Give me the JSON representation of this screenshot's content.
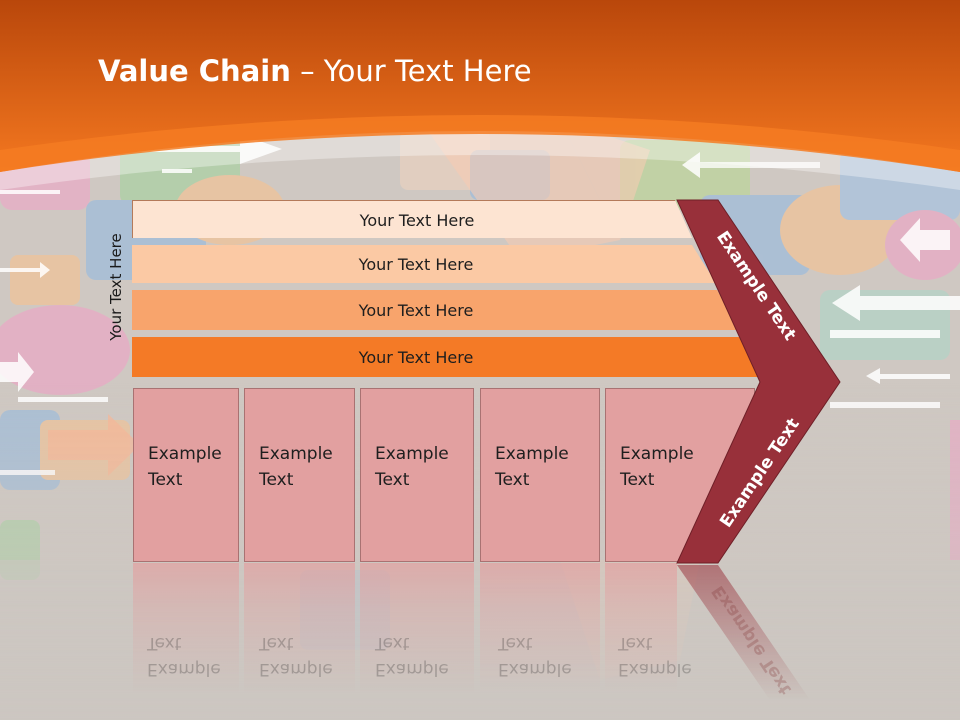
{
  "title": {
    "bold": "Value Chain",
    "rest": " – Your Text Here"
  },
  "side_label": "Your Text Here",
  "bars": [
    {
      "label": "Your Text Here",
      "color": "#fde4d2"
    },
    {
      "label": "Your Text Here",
      "color": "#fbc9a4"
    },
    {
      "label": "Your Text Here",
      "color": "#f8a46c"
    },
    {
      "label": "Your Text Here",
      "color": "#f47a26"
    }
  ],
  "boxes": [
    {
      "line1": "Example",
      "line2": "Text"
    },
    {
      "line1": "Example",
      "line2": "Text"
    },
    {
      "line1": "Example",
      "line2": "Text"
    },
    {
      "line1": "Example",
      "line2": "Text"
    },
    {
      "line1": "Example",
      "line2": "Text"
    }
  ],
  "chevron": {
    "top_label": "Example Text",
    "bottom_label": "Example Text",
    "color": "#98303a"
  },
  "colors": {
    "header_orange": "#f26b1a",
    "background": "#ccc6c1",
    "box_fill": "#e2a0a0"
  }
}
